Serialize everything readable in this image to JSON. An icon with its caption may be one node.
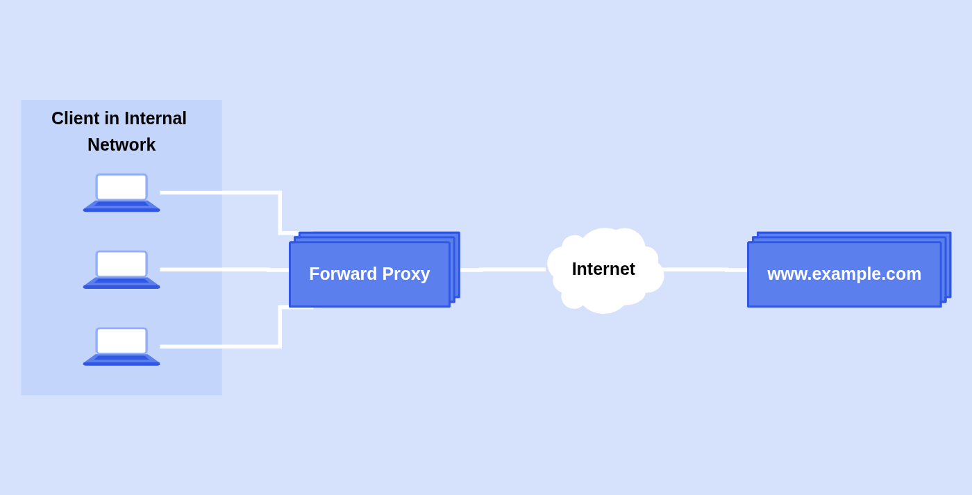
{
  "diagram": {
    "nodes": [
      {
        "text": [
          "Client in Internal Network"
        ]
      },
      {
        "text": [],
        "shape": "picture",
        "in": 0
      },
      {
        "text": [],
        "shape": "picture",
        "in": 0
      },
      {
        "text": [],
        "shape": "picture",
        "in": 0
      },
      {
        "text": [
          "Forward Proxy"
        ]
      },
      {
        "text": [
          "Internet"
        ]
      },
      {
        "text": [
          "www.example.com"
        ]
      }
    ],
    "edges": [
      {
        "from": 1,
        "to": 4,
        "arrow": "none"
      },
      {
        "from": 2,
        "to": 4,
        "arrow": "none"
      },
      {
        "from": 3,
        "to": 4,
        "arrow": "none"
      },
      {
        "from": 4,
        "to": 5,
        "arrow": "none"
      },
      {
        "from": 5,
        "to": 6,
        "arrow": "none"
      }
    ]
  }
}
